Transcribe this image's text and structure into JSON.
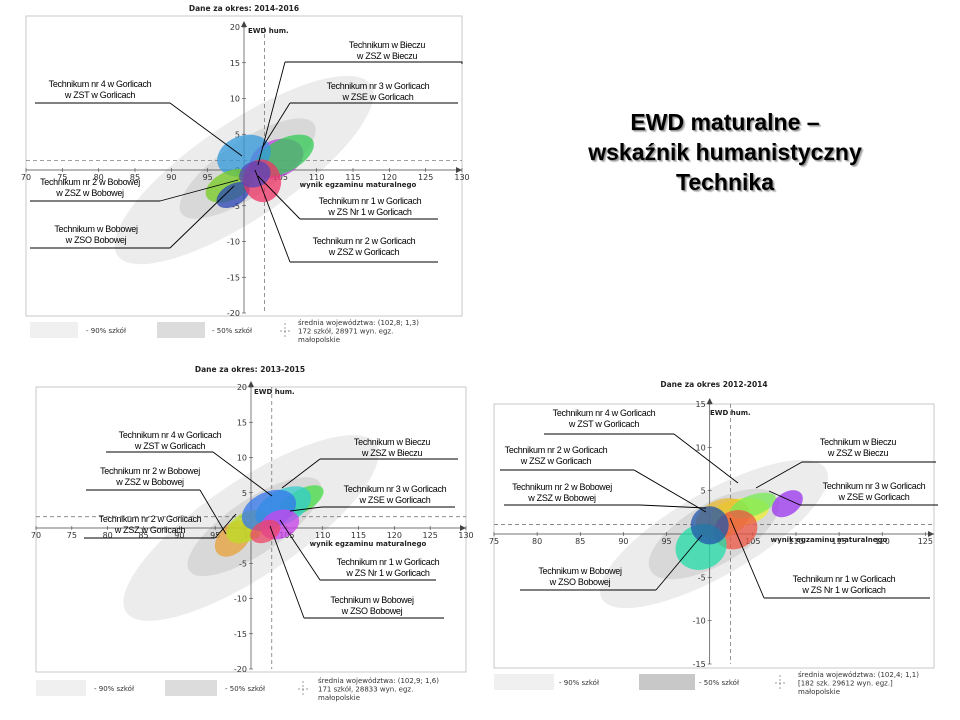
{
  "title": {
    "lines": [
      "EWD maturalne –",
      "wskaźnik humanistyczny",
      "Technika"
    ]
  },
  "chart_data": [
    {
      "type": "scatter",
      "title": "Dane za okres: 2014-2016",
      "xlabel": "wynik egzaminu maturalnego",
      "ylabel": "EWD hum.",
      "xlim": [
        70,
        130
      ],
      "ylim": [
        -20,
        20
      ],
      "xticks": [
        70,
        75,
        80,
        85,
        90,
        95,
        100,
        105,
        110,
        115,
        120,
        125,
        130
      ],
      "yticks": [
        20,
        15,
        10,
        5,
        0,
        -5,
        -10,
        -15,
        -20
      ],
      "ref_line": {
        "x": 102.8,
        "y": 1.3
      },
      "cloud_90": {
        "cx": 100.0,
        "cy": 0.0,
        "rx": 21,
        "ry": 4.2,
        "rot": -34
      },
      "cloud_50": {
        "cx": 100.5,
        "cy": 0.2,
        "rx": 11,
        "ry": 2.4,
        "rot": -34
      },
      "schools": [
        {
          "label": [
            "Technikum w Bieczu",
            "w ZSZ w Bieczu"
          ],
          "x": 104.5,
          "y": 1.6,
          "rx": 3.8,
          "ry": 2.6,
          "rot": -20,
          "color": "#c040e0"
        },
        {
          "label": [
            "Technikum nr 3 w Gorlicach",
            "w ZSE w Gorlicach"
          ],
          "x": 105.5,
          "y": 2.0,
          "rx": 4.5,
          "ry": 2.3,
          "rot": -28,
          "color": "#33cc55"
        },
        {
          "label": [
            "Technikum nr 4 w Gorlicach",
            "w ZST w Gorlicach"
          ],
          "x": 100.0,
          "y": 2.0,
          "rx": 3.8,
          "ry": 2.8,
          "rot": -20,
          "color": "#3399dd"
        },
        {
          "label": [
            "Technikum nr 2 w Bobowej",
            "w ZSZ w Bobowej"
          ],
          "x": 98.0,
          "y": -2.2,
          "rx": 3.5,
          "ry": 2.0,
          "rot": -25,
          "color": "#77cc22"
        },
        {
          "label": [
            "Technikum  w Bobowej",
            "w ZSO Bobowej"
          ],
          "x": 98.5,
          "y": -3.5,
          "rx": 2.5,
          "ry": 1.5,
          "rot": -30,
          "color": "#2a45b5"
        },
        {
          "label": [
            "Technikum nr 1 w Gorlicach",
            "w ZS Nr 1 w Gorlicach"
          ],
          "x": 102.5,
          "y": -1.5,
          "rx": 2.6,
          "ry": 3.0,
          "rot": -10,
          "color": "#ee3366"
        },
        {
          "label": [
            "Technikum nr 2 w Gorlicach",
            "w ZSZ w Gorlicach"
          ],
          "x": 101.5,
          "y": -0.6,
          "rx": 2.2,
          "ry": 1.8,
          "rot": -20,
          "color": "#5544bb"
        }
      ],
      "legend": {
        "p90": "- 90% szkół",
        "p50": "- 50% szkół",
        "avg": [
          "średnia województwa: (102,8; 1,3)",
          "172 szkół, 28971 wyn. egz.",
          "małopolskie"
        ]
      }
    },
    {
      "type": "scatter",
      "title": "Dane za okres: 2013-2015",
      "xlabel": "wynik egzaminu maturalnego",
      "ylabel": "EWD hum.",
      "xlim": [
        70,
        130
      ],
      "ylim": [
        -20,
        20
      ],
      "xticks": [
        70,
        75,
        80,
        85,
        90,
        95,
        100,
        105,
        110,
        115,
        120,
        125,
        130
      ],
      "yticks": [
        20,
        15,
        10,
        5,
        0,
        -5,
        -10,
        -15,
        -20
      ],
      "ref_line": {
        "x": 102.9,
        "y": 1.6
      },
      "cloud_90": {
        "cx": 100.0,
        "cy": 0.0,
        "rx": 21,
        "ry": 4.2,
        "rot": -34
      },
      "cloud_50": {
        "cx": 100.5,
        "cy": 0.2,
        "rx": 11,
        "ry": 2.4,
        "rot": -34
      },
      "schools": [
        {
          "label": [
            "Technikum nr 3 w Gorlicach",
            "w ZSE w Gorlicach"
          ],
          "x": 107.0,
          "y": 3.8,
          "rx": 3.5,
          "ry": 1.6,
          "rot": -30,
          "color": "#44dd44"
        },
        {
          "label": [
            "Technikum nr 2 w Bobowej",
            "w ZSZ w Bobowej"
          ],
          "x": 97.5,
          "y": -1.5,
          "rx": 3.0,
          "ry": 2.0,
          "rot": -45,
          "color": "#e8a23a"
        },
        {
          "label": [
            "Technikum nr 2 w Gorlicach",
            "w ZSZ w Gorlicach"
          ],
          "x": 99.5,
          "y": 0.2,
          "rx": 3.2,
          "ry": 2.0,
          "rot": -30,
          "color": "#bbdd22"
        },
        {
          "label": [
            "Technikum w Bieczu",
            "w ZSZ w Bieczu"
          ],
          "x": 104.5,
          "y": 3.0,
          "rx": 4.2,
          "ry": 2.4,
          "rot": -28,
          "color": "#33cccc"
        },
        {
          "label": [
            "Technikum nr 4 w Gorlicach",
            "w ZST w Gorlicach"
          ],
          "x": 102.5,
          "y": 2.5,
          "rx": 4.0,
          "ry": 2.6,
          "rot": -25,
          "color": "#3377ee"
        },
        {
          "label": [
            "Technikum nr 1 w Gorlicach",
            "w ZS Nr 1 w Gorlicach"
          ],
          "x": 104.0,
          "y": 0.5,
          "rx": 2.8,
          "ry": 2.0,
          "rot": -20,
          "color": "#cc44ee"
        },
        {
          "label": [
            "Technikum  w Bobowej",
            "w ZSO Bobowej"
          ],
          "x": 102.0,
          "y": -0.5,
          "rx": 2.2,
          "ry": 1.5,
          "rot": -25,
          "color": "#ee4466"
        }
      ],
      "legend": {
        "p90": "- 90% szkół",
        "p50": "- 50% szkół",
        "avg": [
          "średnia województwa: (102,9; 1,6)",
          "171 szkół, 28833 wyn. egz.",
          "małopolskie"
        ]
      }
    },
    {
      "type": "scatter",
      "title": "Dane za okres 2012-2014",
      "xlabel": "wynik egzaminu maturalnego",
      "ylabel": "EWD hum.",
      "xlim": [
        75,
        126
      ],
      "ylim": [
        -15,
        15
      ],
      "xticks": [
        75,
        80,
        85,
        90,
        95,
        105,
        110,
        115,
        120,
        125
      ],
      "yticks": [
        15,
        10,
        5,
        -5,
        -10,
        -15
      ],
      "ref_line": {
        "x": 102.4,
        "y": 1.1
      },
      "cloud_90": {
        "cx": 100.5,
        "cy": 0.0,
        "rx": 15,
        "ry": 3.0,
        "rot": -30
      },
      "cloud_50": {
        "cx": 100.5,
        "cy": 0.0,
        "rx": 8.5,
        "ry": 2.2,
        "rot": -30
      },
      "schools": [
        {
          "label": [
            "Technikum nr 4 w Gorlicach",
            "w ZST w Gorlicach"
          ],
          "x": 103.5,
          "y": 2.5,
          "rx": 3.4,
          "ry": 1.6,
          "rot": -10,
          "color": "#eeee33"
        },
        {
          "label": [
            "Technikum nr 2 w Gorlicach",
            "w ZSZ w Gorlicach"
          ],
          "x": 101.5,
          "y": 1.8,
          "rx": 3.2,
          "ry": 2.2,
          "rot": -20,
          "color": "#e8b830"
        },
        {
          "label": [
            "Technikum w Bieczu",
            "w ZSZ w Bieczu"
          ],
          "x": 105.0,
          "y": 3.3,
          "rx": 2.8,
          "ry": 1.2,
          "rot": -20,
          "color": "#77ee55"
        },
        {
          "label": [
            "Technikum nr 3 w Gorlicach",
            "w ZSE w Gorlicach"
          ],
          "x": 109.0,
          "y": 3.5,
          "rx": 2.0,
          "ry": 1.3,
          "rot": -35,
          "color": "#9933ee"
        },
        {
          "label": [
            "Technikum nr 1 w Gorlicach",
            "w ZS Nr 1 w Gorlicach"
          ],
          "x": 103.0,
          "y": 0.5,
          "rx": 2.6,
          "ry": 2.2,
          "rot": -25,
          "color": "#ee5544"
        },
        {
          "label": [
            "Technikum nr 2 w Bobowej",
            "w ZSZ w Bobowej"
          ],
          "x": 99.0,
          "y": -1.5,
          "rx": 3.0,
          "ry": 2.6,
          "rot": -20,
          "color": "#22ddaa"
        },
        {
          "label": [
            "Technikum w Bobowej",
            "w ZSO Bobowej"
          ],
          "x": 100.0,
          "y": 1.0,
          "rx": 2.2,
          "ry": 2.2,
          "rot": -20,
          "color": "#2255aa"
        }
      ],
      "legend": {
        "p90": "- 90% szkół",
        "p50": "- 50% szkół",
        "avg": [
          "średnia województwa: (102,4; 1,1)",
          "[182 szk. 29612 wyn. egz.]",
          "małopolskie"
        ]
      }
    }
  ]
}
